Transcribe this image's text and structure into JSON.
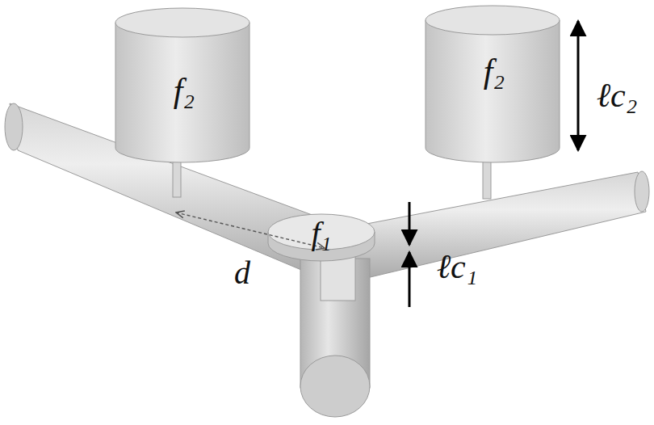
{
  "diagram": {
    "labels": [
      "f₂",
      "f₂",
      "f₁",
      "d",
      "ℓc₁",
      "ℓc₂"
    ]
  }
}
